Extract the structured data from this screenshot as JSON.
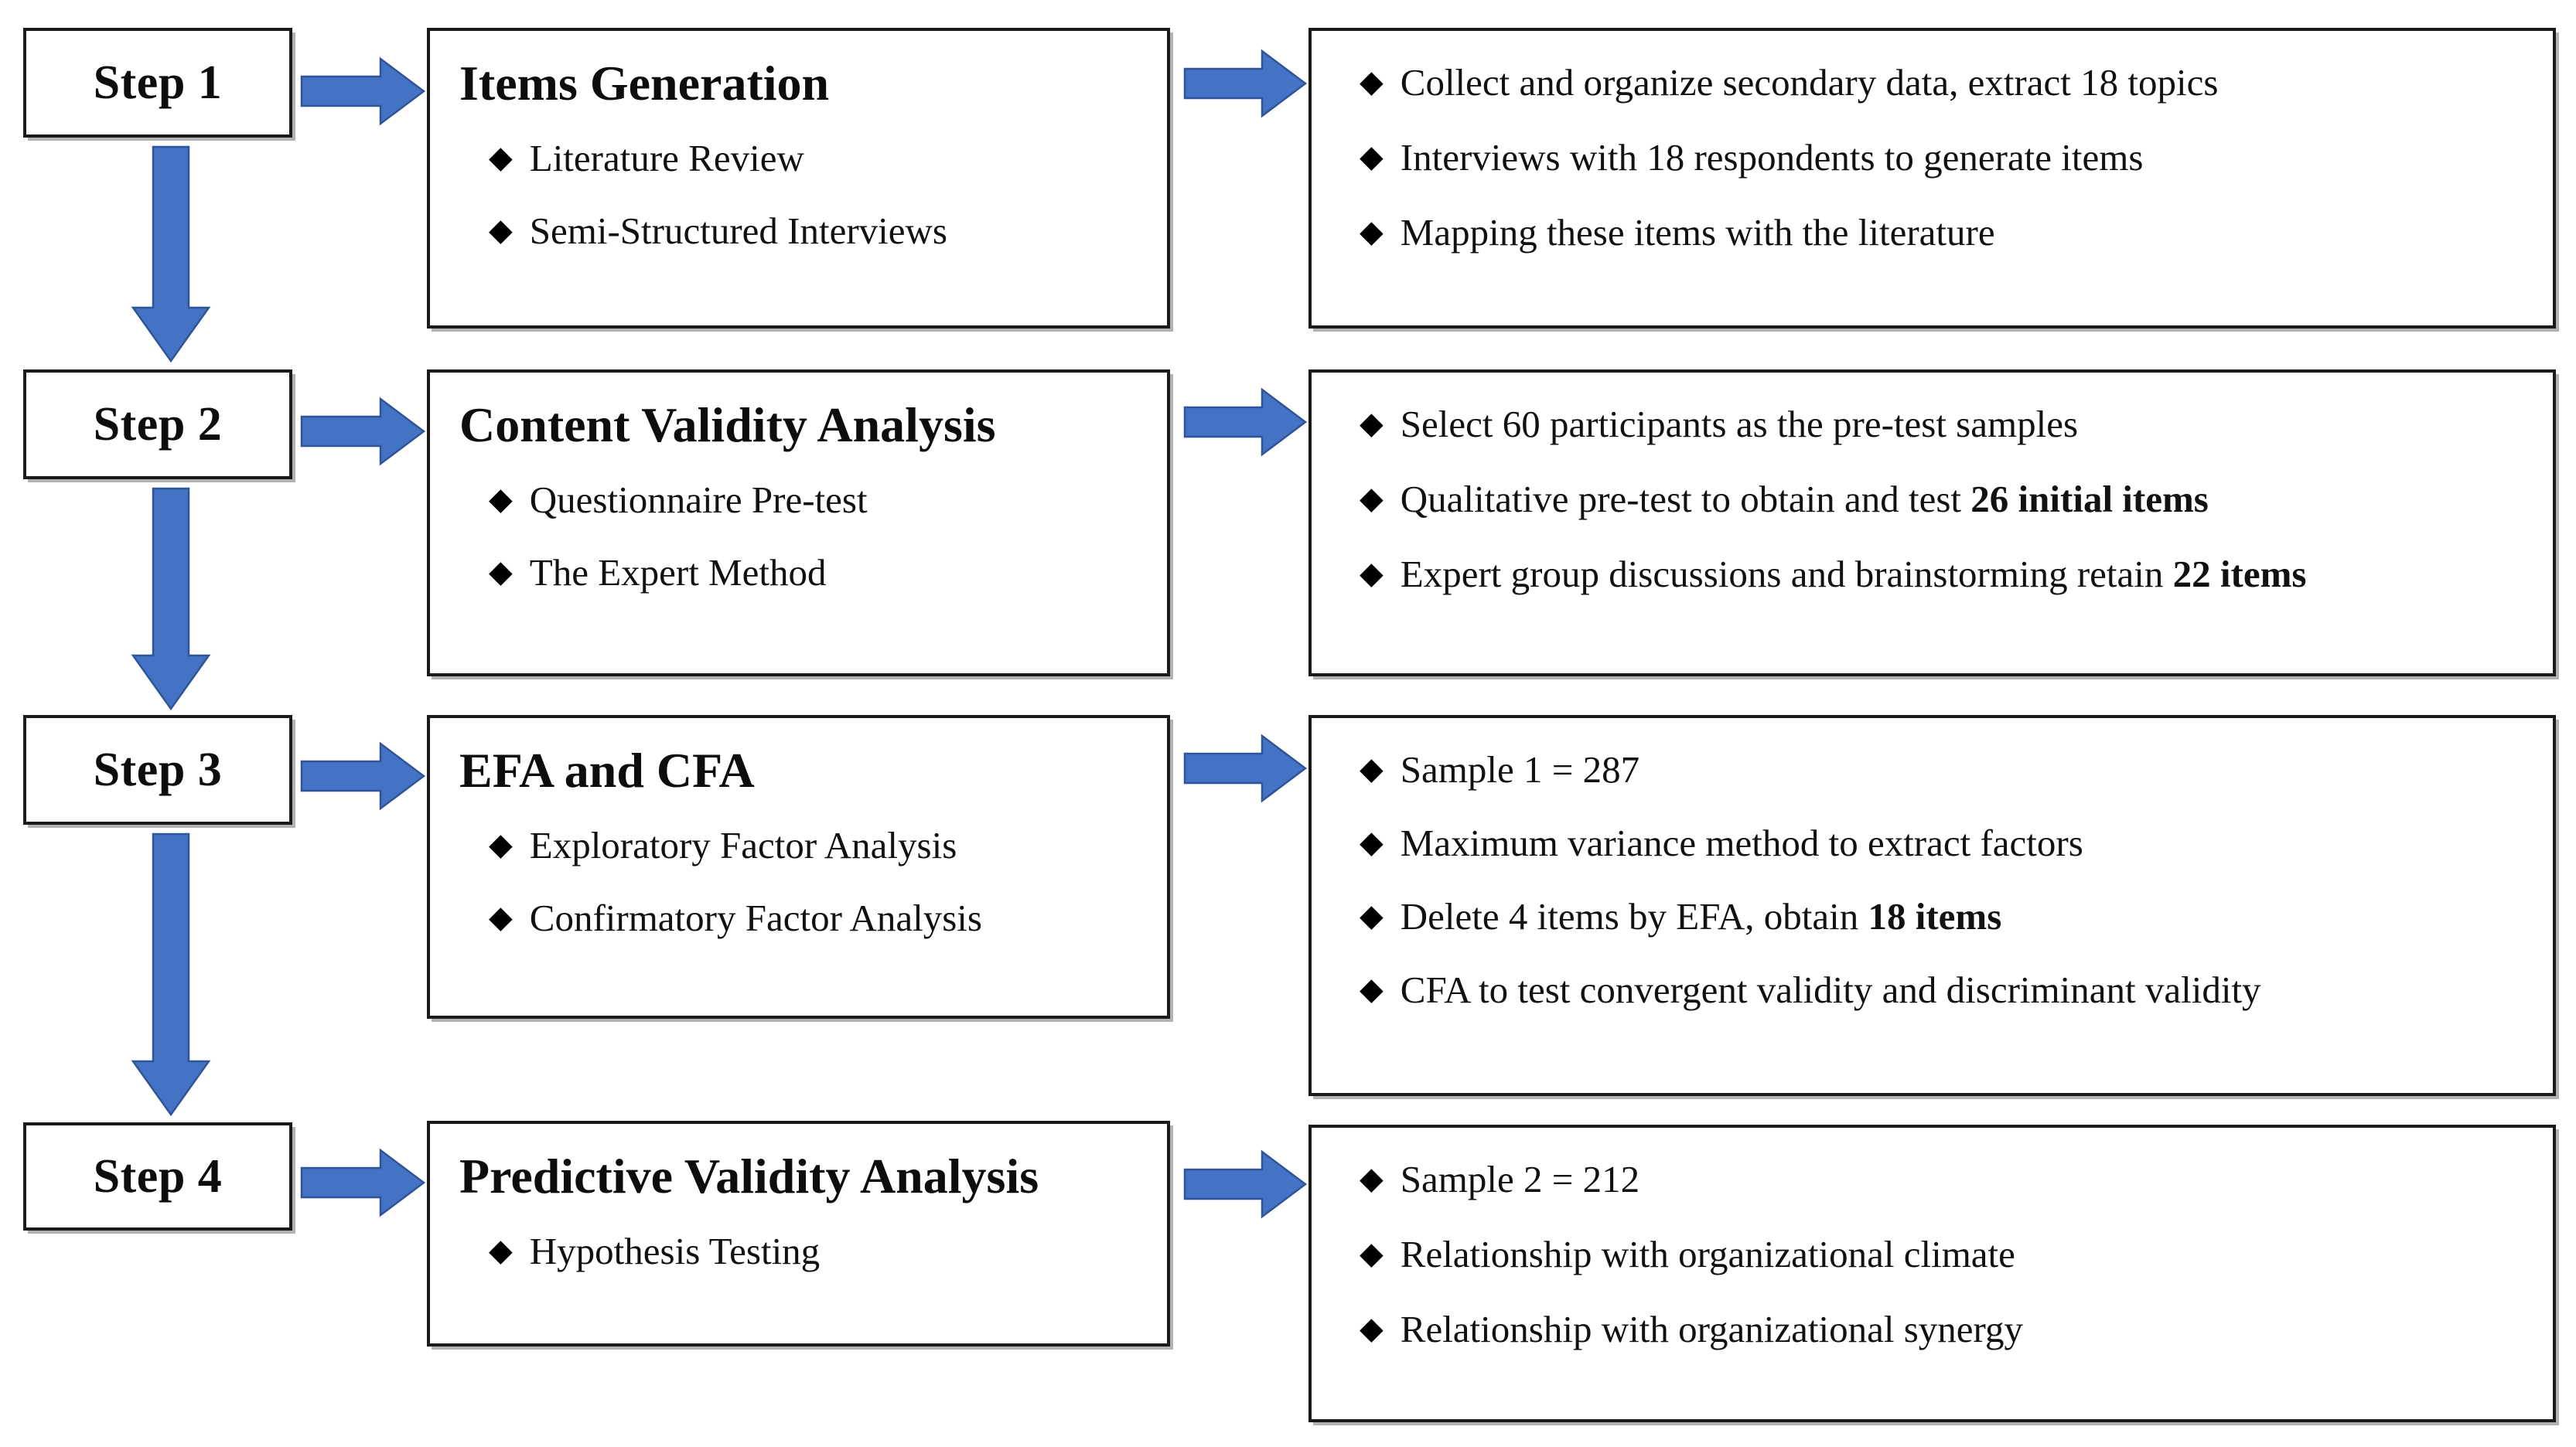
{
  "diagram": {
    "title": "Scale Development Procedure Flowchart",
    "accent_color": "#4472C4",
    "accent_border_color": "#2F5597",
    "box_border_color": "#1a1a1a",
    "bullet_glyph": "◆"
  },
  "steps": [
    {
      "step_label": "Step 1",
      "title": "Items Generation",
      "methods": [
        "Literature Review",
        "Semi-Structured Interviews"
      ],
      "outcomes": [
        {
          "text": "Collect and organize secondary data, extract 18 topics",
          "bold": ""
        },
        {
          "text": "Interviews with 18 respondents to generate items",
          "bold": ""
        },
        {
          "text": "Mapping these items with the literature",
          "bold": ""
        }
      ],
      "arrow_step_to_title": "arrow-right-icon",
      "arrow_title_to_outcomes": "arrow-right-icon",
      "arrow_to_next_step": "arrow-down-icon"
    },
    {
      "step_label": "Step 2",
      "title": "Content Validity Analysis",
      "methods": [
        "Questionnaire Pre-test",
        "The Expert Method"
      ],
      "outcomes": [
        {
          "text": "Select 60 participants as the pre-test samples",
          "bold": ""
        },
        {
          "text": "Qualitative pre-test to obtain and test ",
          "bold": "26 initial items"
        },
        {
          "text": "Expert group discussions and brainstorming retain ",
          "bold": "22 items"
        }
      ],
      "arrow_step_to_title": "arrow-right-icon",
      "arrow_title_to_outcomes": "arrow-right-icon",
      "arrow_to_next_step": "arrow-down-icon"
    },
    {
      "step_label": "Step 3",
      "title": "EFA and CFA",
      "methods": [
        "Exploratory Factor Analysis",
        "Confirmatory Factor Analysis"
      ],
      "outcomes": [
        {
          "text": "Sample 1 = 287",
          "bold": ""
        },
        {
          "text": "Maximum variance method to extract factors",
          "bold": ""
        },
        {
          "text": "Delete 4 items by EFA, obtain ",
          "bold": "18 items"
        },
        {
          "text": "CFA to test convergent validity and discriminant validity",
          "bold": ""
        }
      ],
      "arrow_step_to_title": "arrow-right-icon",
      "arrow_title_to_outcomes": "arrow-right-icon",
      "arrow_to_next_step": "arrow-down-icon"
    },
    {
      "step_label": "Step 4",
      "title": "Predictive Validity Analysis",
      "methods": [
        "Hypothesis Testing"
      ],
      "outcomes": [
        {
          "text": "Sample 2 = 212",
          "bold": ""
        },
        {
          "text": "Relationship with organizational climate",
          "bold": ""
        },
        {
          "text": "Relationship with organizational synergy",
          "bold": ""
        }
      ],
      "arrow_step_to_title": "arrow-right-icon",
      "arrow_title_to_outcomes": "arrow-right-icon",
      "arrow_to_next_step": ""
    }
  ]
}
